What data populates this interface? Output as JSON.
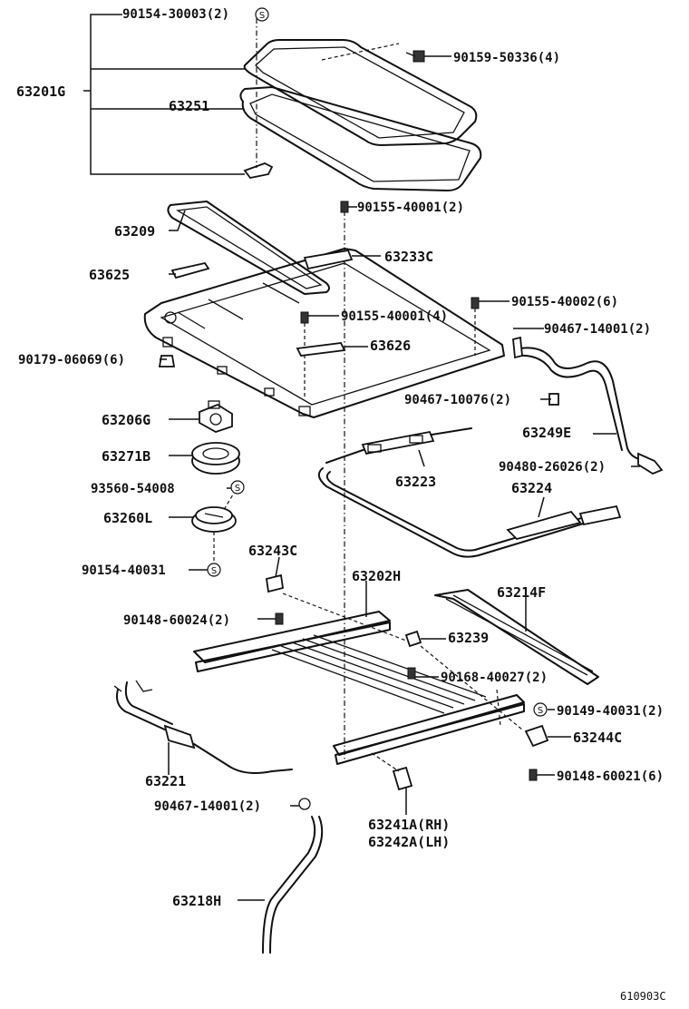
{
  "labels": {
    "p90154_30003": "90154-30003(2)",
    "p90159_50336": "90159-50336(4)",
    "p63201G": "63201G",
    "p63251": "63251",
    "p90155_40001a": "90155-40001(2)",
    "p63209": "63209",
    "p63233C": "63233C",
    "p63625": "63625",
    "p90155_40002": "90155-40002(6)",
    "p90155_40001b": "90155-40001(4)",
    "p90467_14001a": "90467-14001(2)",
    "p63626": "63626",
    "p90179_06069": "90179-06069(6)",
    "p90467_10076": "90467-10076(2)",
    "p63206G": "63206G",
    "p63249E": "63249E",
    "p63271B": "63271B",
    "p90480_26026": "90480-26026(2)",
    "p63223": "63223",
    "p93560_54008": "93560-54008",
    "p63224": "63224",
    "p63260L": "63260L",
    "p90154_40031": "90154-40031",
    "p63243C": "63243C",
    "p63202H": "63202H",
    "p63214F": "63214F",
    "p90148_60024": "90148-60024(2)",
    "p63239": "63239",
    "p90168_40027": "90168-40027(2)",
    "p90149_40031": "90149-40031(2)",
    "p63244C": "63244C",
    "p90148_60021": "90148-60021(6)",
    "p63221": "63221",
    "p90467_14001b": "90467-14001(2)",
    "p63241A": "63241A(RH)",
    "p63242A": "63242A(LH)",
    "p63218H": "63218H",
    "ref": "610903C"
  },
  "symbols": {
    "s_mark": "S"
  }
}
